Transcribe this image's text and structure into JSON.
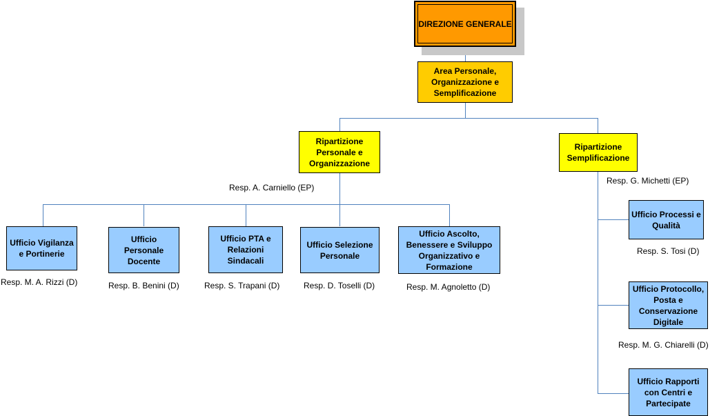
{
  "colors": {
    "direzione": "#FF9900",
    "area": "#FFCC00",
    "ripartizione": "#FFFF00",
    "ufficio": "#99CCFF",
    "connector": "#4F81BD"
  },
  "direzione": {
    "name": "DIREZIONE GENERALE"
  },
  "area": {
    "name": "Area Personale, Organizzazione e Semplificazione"
  },
  "ripartizioni": [
    {
      "name": "Ripartizione Personale e Organizzazione",
      "resp": "Resp. A. Carniello (EP)"
    },
    {
      "name": "Ripartizione Semplificazione",
      "resp": "Resp. G. Michetti (EP)"
    }
  ],
  "uffici_personale": [
    {
      "name": "Ufficio Vigilanza e Portinerie",
      "resp": "Resp. M. A. Rizzi (D)"
    },
    {
      "name": "Ufficio Personale Docente",
      "resp": "Resp. B. Benini (D)"
    },
    {
      "name": "Ufficio PTA e Relazioni Sindacali",
      "resp": "Resp. S. Trapani (D)"
    },
    {
      "name": "Ufficio Selezione Personale",
      "resp": "Resp. D. Toselli (D)"
    },
    {
      "name": "Ufficio Ascolto, Benessere e Sviluppo Organizzativo e Formazione",
      "resp": "Resp. M. Agnoletto (D)"
    }
  ],
  "uffici_semplificazione": [
    {
      "name": "Ufficio Processi e Qualità",
      "resp": "Resp. S. Tosi (D)"
    },
    {
      "name": "Ufficio Protocollo, Posta e Conservazione Digitale",
      "resp": "Resp. M. G. Chiarelli (D)"
    },
    {
      "name": "Ufficio Rapporti con Centri e Partecipate",
      "resp": ""
    }
  ]
}
